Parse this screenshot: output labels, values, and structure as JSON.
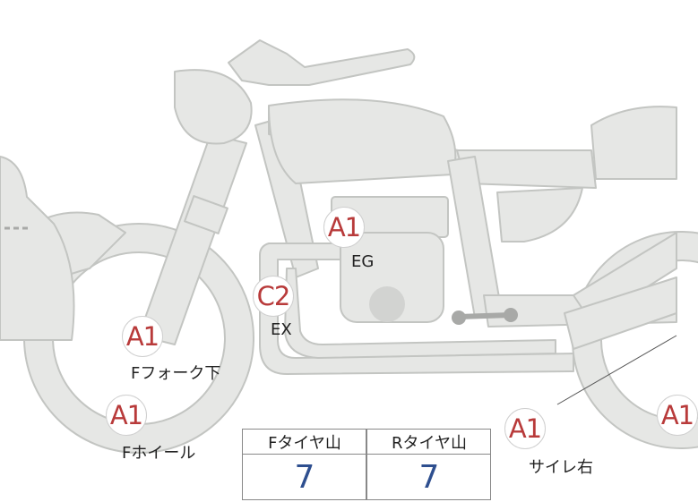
{
  "points": {
    "eg": {
      "code": "A1",
      "label": "EG"
    },
    "ex": {
      "code": "C2",
      "label": "EX"
    },
    "ffork": {
      "code": "A1",
      "label": "Fフォーク下"
    },
    "fwheel": {
      "code": "A1",
      "label": "Fホイール"
    },
    "side_right": {
      "code": "A1",
      "label": "サイレ右"
    },
    "rear": {
      "code": "A1"
    }
  },
  "tread_table": {
    "front_header": "Fタイヤ山",
    "rear_header": "Rタイヤ山",
    "front_value": "7",
    "rear_value": "7"
  },
  "colors": {
    "badge_text": "#b83a3a",
    "value_text": "#2e4f8f",
    "bike_fill": "#e6e7e5"
  }
}
